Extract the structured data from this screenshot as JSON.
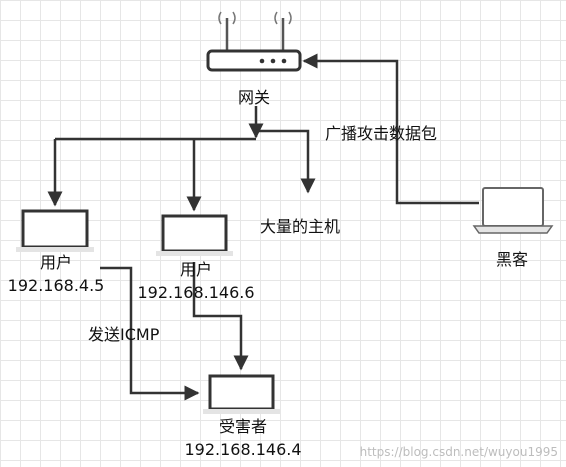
{
  "nodes": {
    "gateway": {
      "label": "网关"
    },
    "hacker": {
      "label": "黑客"
    },
    "user1": {
      "label": "用户",
      "ip": "192.168.4.5"
    },
    "user2": {
      "label": "用户",
      "ip": "192.168.146.6"
    },
    "victim": {
      "label": "受害者",
      "ip": "192.168.146.4"
    },
    "many_hosts": {
      "label": "大量的主机"
    }
  },
  "edges": {
    "broadcast": {
      "label": "广播攻击数据包"
    },
    "icmp": {
      "label": "发送ICMP"
    }
  },
  "watermark": "https://blog.csdn.net/wuyou1995",
  "colors": {
    "line": "#333333",
    "grid": "#e6e6e6",
    "watermark": "#bdbdbd"
  }
}
